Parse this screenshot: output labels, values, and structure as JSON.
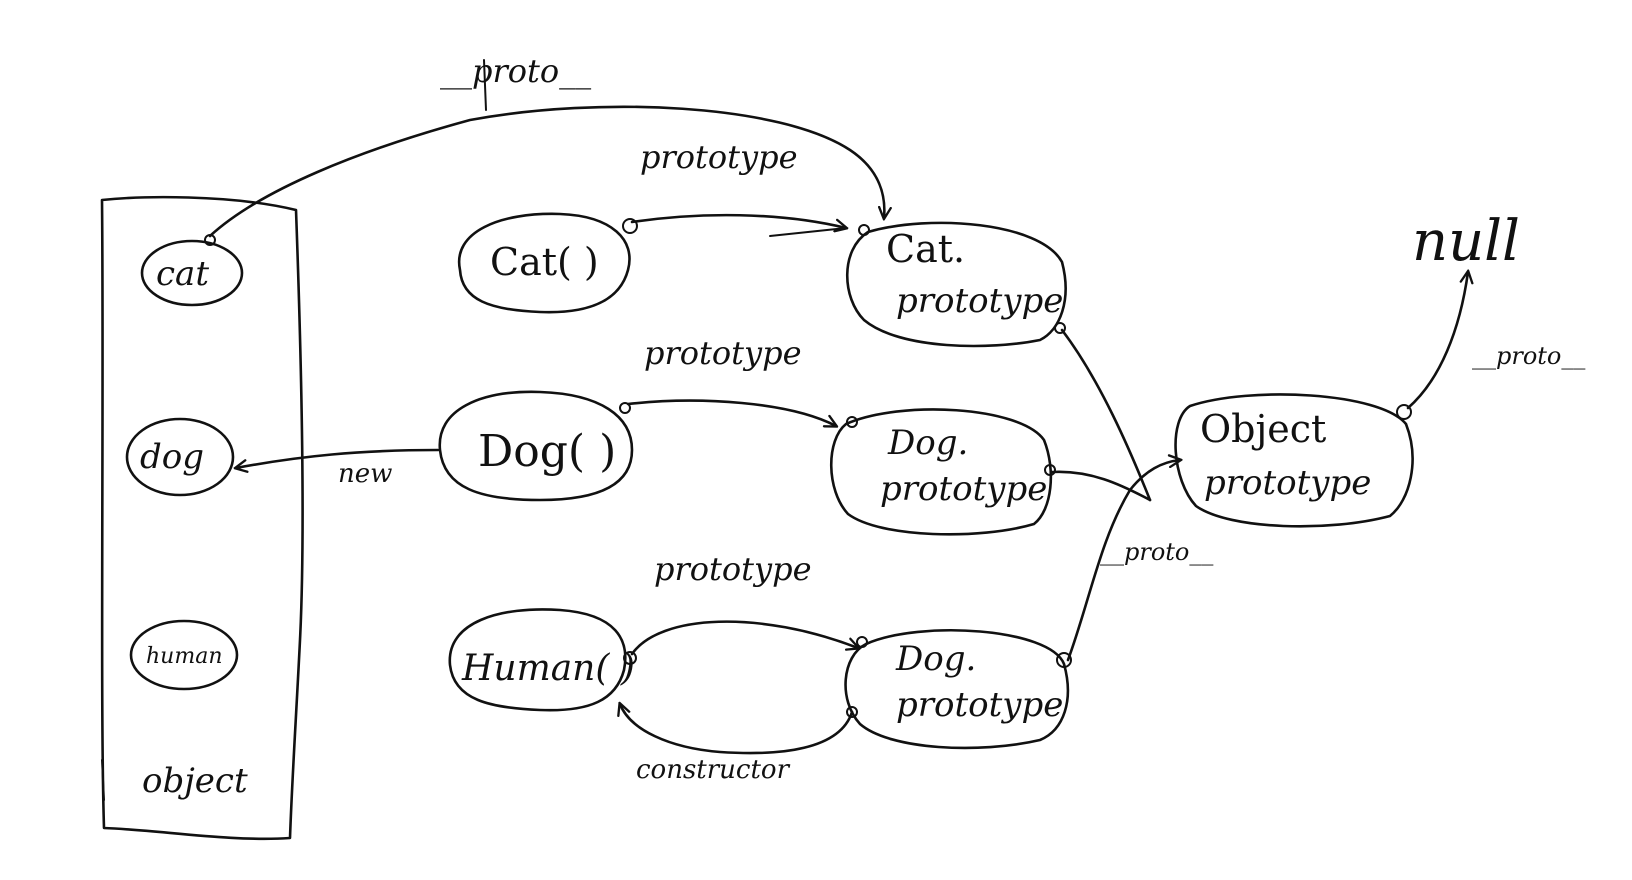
{
  "diagram": {
    "container": {
      "label": "object"
    },
    "instances": {
      "cat": "cat",
      "dog": "dog",
      "human": "human"
    },
    "constructors": {
      "cat": "Cat( )",
      "dog": "Dog( )",
      "human": "Human( )"
    },
    "prototypes": {
      "cat_line1": "Cat.",
      "cat_line2": "prototype",
      "dog_line1": "Dog.",
      "dog_line2": "prototype",
      "human_line1": "Dog.",
      "human_line2": "prototype",
      "object_line1": "Object",
      "object_line2": "prototype"
    },
    "terminal": "null",
    "edge_labels": {
      "cat_proto_top": "__proto__",
      "cat_prototype": "prototype",
      "dog_prototype": "prototype",
      "human_prototype": "prototype",
      "new": "new",
      "constructor": "constructor",
      "proto_to_object": "__proto__",
      "proto_to_null": "__proto__"
    }
  }
}
